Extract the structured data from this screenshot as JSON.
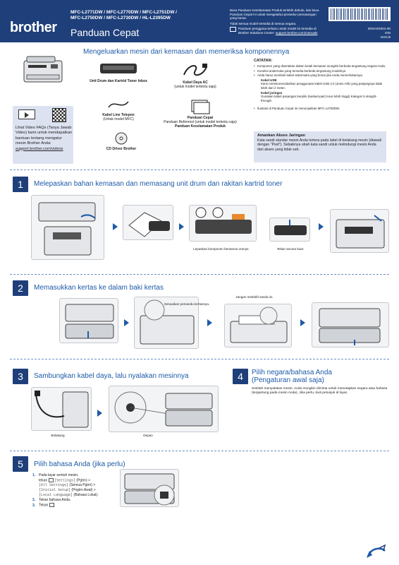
{
  "header": {
    "brand": "brother",
    "models_line1": "MFC-L2771DW / MFC-L2770DW / MFC-L2751DW /",
    "models_line2": "MFC-L2750DW / MFC-L2730DW / HL-L2395DW",
    "doc_title": "Panduan Cepat",
    "read_first": "Baca Panduan Keselamatan Produk terlebih dahulu, lalu baca Panduan Cepat ini untuk mengetahui prosedur pemasangan yang benar.",
    "availability": "Tidak semua model tersedia di semua negara.",
    "guides_note": "Panduan pengguna terbaru untuk model ini tersedia di Brother Solutions Center:",
    "guides_url": "support.brother.com/manuals",
    "doc_code": "D01H4G001-00",
    "lang_code": "IDN",
    "version": "Versi B"
  },
  "unpack": {
    "title": "Mengeluarkan mesin dari kemasan dan memeriksa komponennya",
    "items": [
      {
        "name": "Unit Drum dan Kartrid Toner Inbox",
        "note": ""
      },
      {
        "name": "Kabel Daya AC",
        "note": "(untuk model tertentu saja)"
      },
      {
        "name": "Kabel Line Telepon",
        "note": "(Untuk model MFC)"
      },
      {
        "name": "Panduan Cepat",
        "note": "Panduan Referensi (untuk model tertentu saja)"
      },
      {
        "name": "Panduan Keselamatan Produk",
        "note": ""
      },
      {
        "name": "CD Driver Brother",
        "note": ""
      }
    ],
    "video_text": "Lihat Video FAQs (Tanya Jawab Video) kami untuk mendapatkan bantuan tentang mengatur mesin Brother Anda:",
    "video_url": "support.brother.com/videos",
    "notes_heading": "CATATAN:",
    "notes": [
      "Komponen yang disertakan dalam kotak kemasan mungkin berbeda tergantung negara Anda.",
      "Koneksi antarmuka yang tersedia berbeda tergantung modelnya.",
      "Anda harus membeli kabel antarmuka yang benar jika Anda memerlukannya."
    ],
    "usb_title": "Kabel USB",
    "usb_text": "Kami merekomendasikan penggunaan kabel USB 2.0 (Jenis A/B) yang panjangnya tidak lebih dari 2 meter.",
    "lan_title": "Kabel jaringan",
    "lan_text": "Gunakan kabel pasangan berpilin (twisted-pair) lurus lebih tinggi) Kategori 5 straight-through.",
    "illustration_note": "Ilustrasi di Panduan Cepat ini menunjukkan MFC-L2750DW.",
    "secure_title": "Amankan Akses Jaringan",
    "secure_text": "Kata sandi standar mesin Anda tertera pada label di belakang mesin (diawali dengan \"Pwd\"). Sebaiknya ubah kata sandi untuk melindungi mesin Anda dari akses yang tidak sah."
  },
  "steps": [
    {
      "number": "1",
      "title": "Melepaskan bahan kemasan dan memasang unit drum dan rakitan kartrid toner"
    },
    {
      "number": "2",
      "title": "Memasukkan kertas ke dalam baki kertas"
    },
    {
      "number": "3",
      "title": "Sambungkan kabel daya, lalu nyalakan mesinnya"
    },
    {
      "number": "4",
      "title": "Pilih negara/bahasa Anda",
      "subtitle": "(Pengaturan awal saja)"
    },
    {
      "number": "5",
      "title": "Pilih bahasa Anda (jika perlu)"
    }
  ],
  "step1": {
    "cap_remove": "Lepaskan komponen berwarna oranye.",
    "cap_push": "Tekan secara kuat."
  },
  "step2": {
    "cap_adjust": "Sesuaikan pemandu kertasnya.",
    "cap_limit": "Jangan melebihi tanda ini."
  },
  "step3": {
    "cap_back": "Belakang",
    "cap_front": "Depan"
  },
  "step4": {
    "desc": "Setelah menyalakan mesin, Anda mungkin diminta untuk menetapkan negara atau bahasa (tergantung pada mesin Anda). Jika perlu, ikuti petunjuk di layar."
  },
  "step5": {
    "line1": "Pada layar sentuh mesin,",
    "line2a": "tekan",
    "line2b": "[Settings]",
    "line2c": "(Pgtrn) >",
    "line3a": "[All Settings]",
    "line3b": "(Semua Pgtrn) >",
    "line4a": "[Initial Setup]",
    "line4b": "(Pngtrn Awal) >",
    "line5a": "[Local Language]",
    "line5b": "(Bahasa Lokal).",
    "line6": "Tekan bahasa Anda.",
    "line7": "Tekan"
  }
}
